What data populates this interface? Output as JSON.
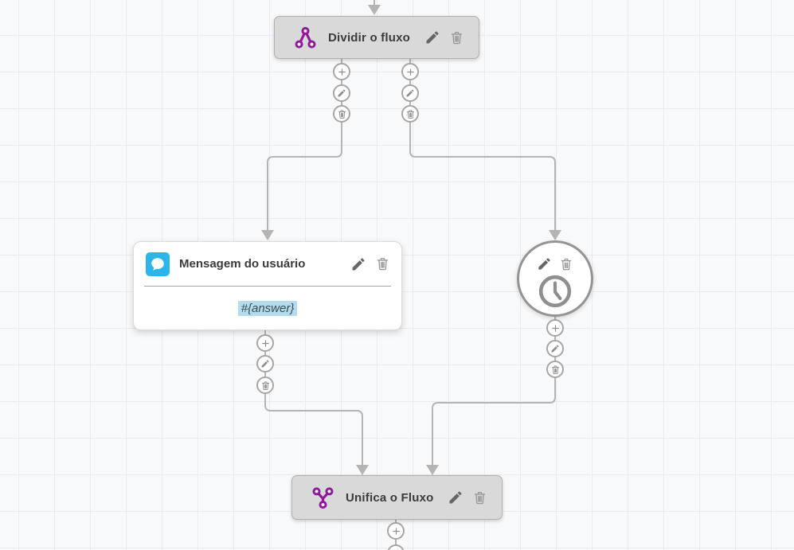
{
  "canvas": {
    "colors": {
      "accent_purple": "#91189c",
      "accent_blue": "#2cb5e8",
      "connector_gray": "#b4b4b4",
      "node_gray": "#d9d9d9",
      "highlight_blue": "#b3dcec"
    },
    "icons": {
      "split": "split-flow-icon",
      "merge": "merge-flow-icon",
      "user_message": "chat-bubble-icon",
      "timer": "clock-icon",
      "actions": [
        "plus-icon",
        "pencil-icon",
        "trash-icon"
      ]
    }
  },
  "nodes": {
    "split": {
      "title": "Dividir o fluxo"
    },
    "user_message": {
      "title": "Mensagem do usuário",
      "body": "#{answer}"
    },
    "merge": {
      "title": "Unifica o Fluxo"
    }
  }
}
